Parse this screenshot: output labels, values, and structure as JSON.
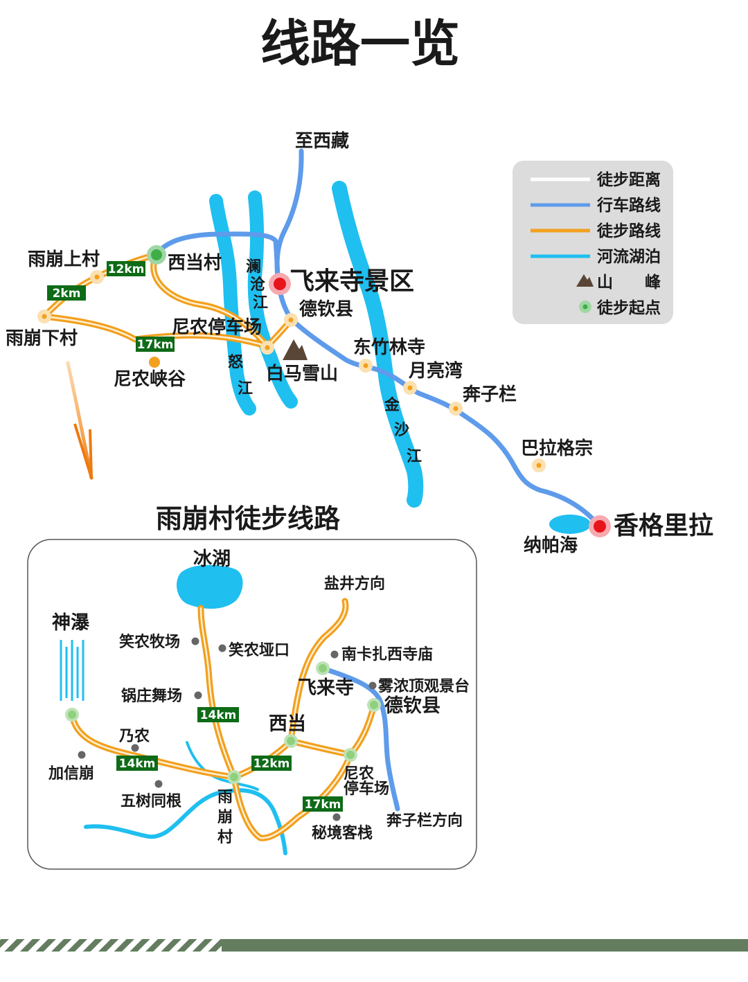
{
  "title": "线路一览",
  "colors": {
    "road": "#5e9bea",
    "trail": "#f2a01e",
    "river": "#1fbff0",
    "badge": "#0e6b17",
    "scenic_marker": "#e8141c",
    "start_marker": "#3fae49",
    "footer_bar": "#637d5e"
  },
  "legend": {
    "items": [
      {
        "label": "徒步距离",
        "swatch": "white-line"
      },
      {
        "label": "行车路线",
        "swatch": "blue-line"
      },
      {
        "label": "徒步路线",
        "swatch": "orange-line"
      },
      {
        "label": "河流湖泊",
        "swatch": "cyan-line"
      },
      {
        "label": "山　　峰",
        "swatch": "mountain-icon"
      },
      {
        "label": "徒步起点",
        "swatch": "green-dot-icon"
      }
    ]
  },
  "main_map": {
    "places": {
      "to_tibet": "至西藏",
      "yubeng_upper": "雨崩上村",
      "xidang": "西当村",
      "feilai": "飞来寺景区",
      "deqin": "德钦县",
      "yubeng_lower": "雨崩下村",
      "ninong_parking": "尼农停车场",
      "ninong_gorge": "尼农峡谷",
      "baima": "白马雪山",
      "dongzhulin": "东竹林寺",
      "yueliangwan": "月亮湾",
      "benzilan": "奔子栏",
      "balagezong": "巴拉格宗",
      "shangri_la": "香格里拉",
      "napahai": "纳帕海"
    },
    "rivers": {
      "lancang": [
        "澜",
        "沧",
        "江"
      ],
      "nu": [
        "怒",
        "江"
      ],
      "jinsha": [
        "金",
        "沙",
        "江"
      ]
    },
    "distances": [
      "12km",
      "2km",
      "17km"
    ]
  },
  "inset": {
    "title": "雨崩村徒步线路",
    "places": {
      "ice_lake": "冰湖",
      "yanjing": "盐井方向",
      "shenpu": "神瀑",
      "xiaonong_pasture": "笑农牧场",
      "xiaonong_pass": "笑农垭口",
      "nanka": "南卡扎西寺庙",
      "feilai_temple": "飞来寺",
      "wunong": "雾浓顶观景台",
      "deqin": "德钦县",
      "guozhuang": "锅庄舞场",
      "xidang": "西当",
      "nainong": "乃农",
      "jiaxinbeng": "加信崩",
      "wushu": "五树同根",
      "yubeng": [
        "雨",
        "崩",
        "村"
      ],
      "ninong_parking": [
        "尼农",
        "停车场"
      ],
      "mijing": "秘境客栈",
      "benzilan": "奔子栏方向"
    },
    "distances": [
      "14km",
      "14km",
      "12km",
      "17km"
    ]
  }
}
